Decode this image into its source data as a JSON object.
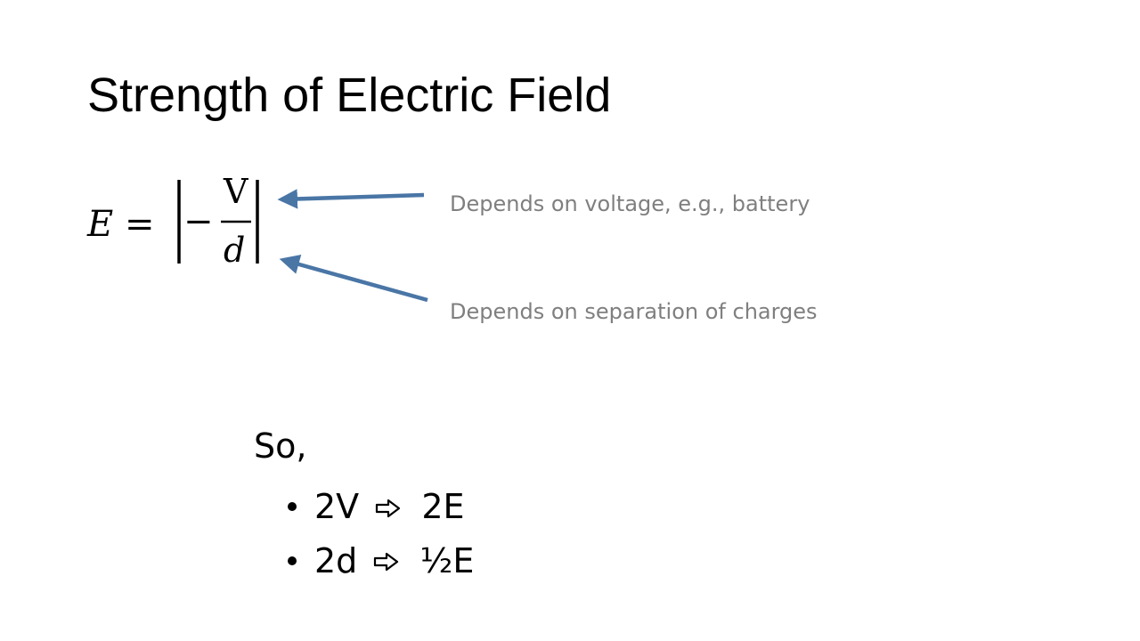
{
  "slide": {
    "title": "Strength of Electric Field",
    "equation": {
      "lhs": "E",
      "equals": "=",
      "minus": "−",
      "numerator": "V",
      "denominator": "d"
    },
    "annotations": [
      "Depends on voltage, e.g., battery",
      "Depends on separation of charges"
    ],
    "conclusion": {
      "intro": "So,",
      "bullets": [
        {
          "from": "2V",
          "to": "2E"
        },
        {
          "from": "2d",
          "to": "½E"
        }
      ]
    },
    "colors": {
      "arrow": "#4a76a6",
      "annotation_text": "#7f7f7f",
      "text": "#000000"
    },
    "icons": {
      "callout_arrow": "arrow-icon",
      "implies": "implies-arrow-icon"
    }
  }
}
